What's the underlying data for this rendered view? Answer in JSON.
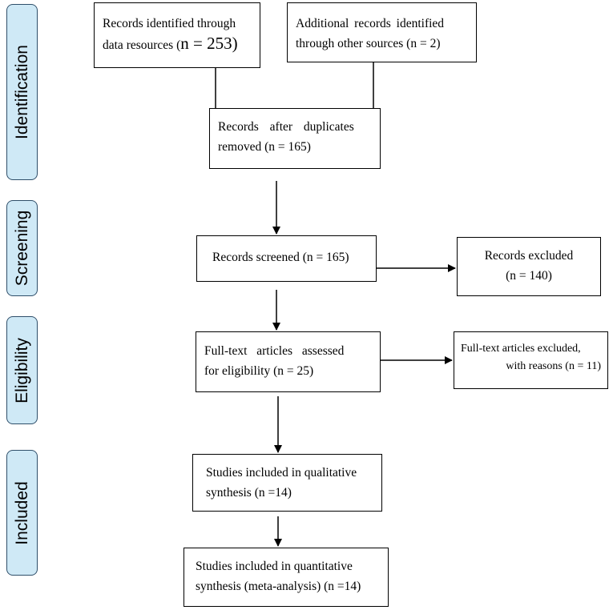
{
  "phases": {
    "identification": "Identification",
    "screening": "Screening",
    "eligibility": "Eligibility",
    "included": "Included"
  },
  "boxes": {
    "records_identified": {
      "line1": "Records identified through",
      "line2_pre": "data resources (",
      "line2_n": "n = 253",
      "line2_post": ")"
    },
    "additional_records": {
      "line1": "Additional records identified",
      "line2": "through other sources (n = 2)"
    },
    "after_duplicates": {
      "line1": "Records after duplicates",
      "line2": "removed (n = 165)"
    },
    "screened": {
      "line1": "Records screened (n = 165)"
    },
    "excluded": {
      "line1": "Records excluded",
      "line2": "(n = 140)"
    },
    "fulltext_assessed": {
      "line1": "Full-text articles assessed",
      "line2": "for eligibility (n = 25)"
    },
    "fulltext_excluded": {
      "line1": "Full-text articles excluded,",
      "line2": "with reasons (n = 11)"
    },
    "qualitative": {
      "line1": "Studies included in qualitative",
      "line2": "synthesis (n =14)"
    },
    "quantitative": {
      "line1": "Studies included in quantitative",
      "line2": "synthesis (meta-analysis) (n =14)"
    }
  }
}
